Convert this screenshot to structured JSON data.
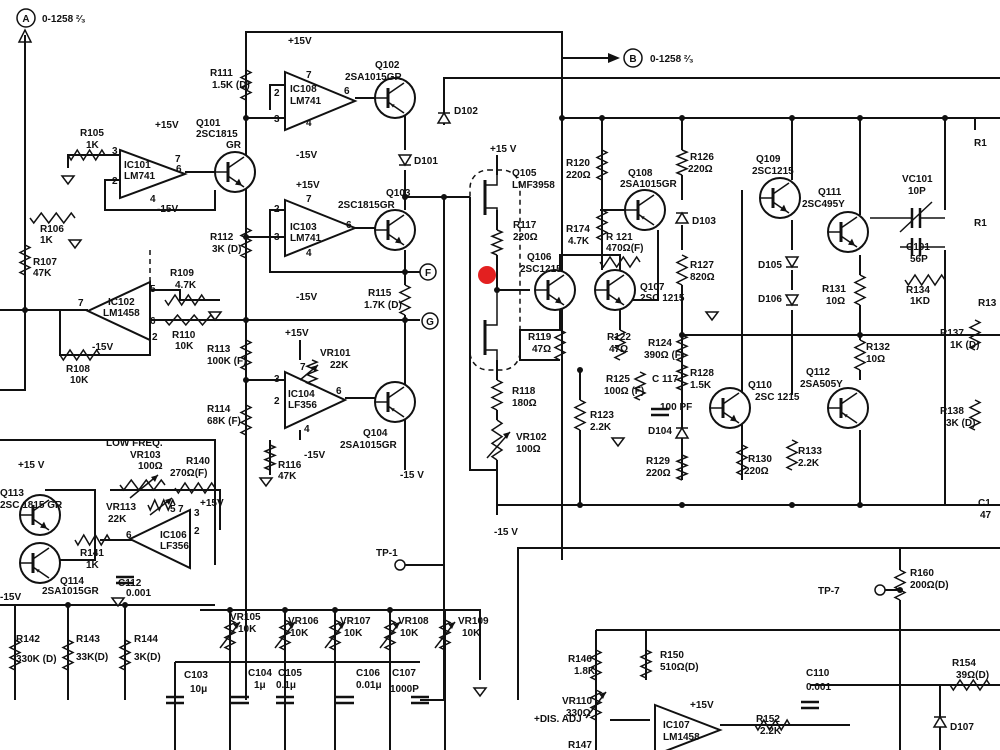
{
  "marker_color": "#e32020",
  "offsheet": [
    {
      "id": "oA",
      "letter": "A",
      "text": "0-1258 ²⁄₃"
    },
    {
      "id": "oB",
      "letter": "B",
      "text": "0-1258 ²⁄₃"
    }
  ],
  "tags": [
    {
      "id": "tF",
      "letter": "F"
    },
    {
      "id": "tG",
      "letter": "G"
    }
  ],
  "testpoints": [
    {
      "id": "tp1",
      "text": "TP-1"
    },
    {
      "id": "tp7",
      "text": "TP-7"
    }
  ],
  "opamps": [
    {
      "id": "ic108",
      "ref": "IC108",
      "part": "LM741"
    },
    {
      "id": "ic101",
      "ref": "IC101",
      "part": "LM741"
    },
    {
      "id": "ic103",
      "ref": "IC103",
      "part": "LM741"
    },
    {
      "id": "ic102",
      "ref": "IC102",
      "part": "LM1458"
    },
    {
      "id": "ic104",
      "ref": "IC104",
      "part": "LF356"
    },
    {
      "id": "ic106",
      "ref": "IC106",
      "part": "LF356"
    },
    {
      "id": "ic107",
      "ref": "IC107",
      "part": "LM1458"
    }
  ],
  "transistors": [
    {
      "id": "q101",
      "ref": "Q101",
      "part": "2SC1815",
      "extra": "GR"
    },
    {
      "id": "q102",
      "ref": "Q102",
      "part": "2SA1015GR"
    },
    {
      "id": "q103",
      "ref": "Q103",
      "part": "2SC1815GR"
    },
    {
      "id": "q104",
      "ref": "Q104",
      "part": "2SA1015GR"
    },
    {
      "id": "q105",
      "ref": "Q105",
      "part": "LMF3958"
    },
    {
      "id": "q106",
      "ref": "Q106",
      "part": "2SC1215"
    },
    {
      "id": "q107",
      "ref": "Q107",
      "part": "2SC 1215"
    },
    {
      "id": "q108",
      "ref": "Q108",
      "part": "2SA1015GR"
    },
    {
      "id": "q109",
      "ref": "Q109",
      "part": "2SC1215"
    },
    {
      "id": "q110",
      "ref": "Q110",
      "part": "2SC 1215"
    },
    {
      "id": "q111",
      "ref": "Q111",
      "part": "2SC495Y"
    },
    {
      "id": "q112",
      "ref": "Q112",
      "part": "2SA505Y"
    },
    {
      "id": "q113",
      "ref": "Q113",
      "part": "2SC 1815 GR"
    },
    {
      "id": "q114",
      "ref": "Q114",
      "part": "2SA1015GR"
    }
  ],
  "resistors": [
    {
      "id": "r105",
      "ref": "R105",
      "val": "1K"
    },
    {
      "id": "r106",
      "ref": "R106",
      "val": "1K"
    },
    {
      "id": "r107",
      "ref": "R107",
      "val": "47K"
    },
    {
      "id": "r108",
      "ref": "R108",
      "val": "10K"
    },
    {
      "id": "r109",
      "ref": "R109",
      "val": "4.7K"
    },
    {
      "id": "r110",
      "ref": "R110",
      "val": "10K"
    },
    {
      "id": "r111",
      "ref": "R111",
      "val": "1.5K (D)"
    },
    {
      "id": "r112",
      "ref": "R112",
      "val": "3K (D)"
    },
    {
      "id": "r113",
      "ref": "R113",
      "val": "100K (F)"
    },
    {
      "id": "r114",
      "ref": "R114",
      "val": "68K (F)"
    },
    {
      "id": "r115",
      "ref": "R115",
      "val": "1.7K (D)"
    },
    {
      "id": "r116",
      "ref": "R116",
      "val": "47K"
    },
    {
      "id": "r117",
      "ref": "R117",
      "val": "220Ω"
    },
    {
      "id": "r118",
      "ref": "R118",
      "val": "180Ω"
    },
    {
      "id": "r119",
      "ref": "R119",
      "val": "47Ω"
    },
    {
      "id": "r120",
      "ref": "R120",
      "val": "220Ω"
    },
    {
      "id": "r121",
      "ref": "R 121",
      "val": "470Ω(F)"
    },
    {
      "id": "r122",
      "ref": "R122",
      "val": "47Ω"
    },
    {
      "id": "r123",
      "ref": "R123",
      "val": "2.2K"
    },
    {
      "id": "r124",
      "ref": "R124",
      "val": "390Ω (F)"
    },
    {
      "id": "r125",
      "ref": "R125",
      "val": "100Ω (F)"
    },
    {
      "id": "r126",
      "ref": "R126",
      "val": "220Ω"
    },
    {
      "id": "r127",
      "ref": "R127",
      "val": "820Ω"
    },
    {
      "id": "r128",
      "ref": "R128",
      "val": "1.5K"
    },
    {
      "id": "r129",
      "ref": "R129",
      "val": "220Ω"
    },
    {
      "id": "r130",
      "ref": "R130",
      "val": "220Ω"
    },
    {
      "id": "r131",
      "ref": "R131",
      "val": "10Ω"
    },
    {
      "id": "r132",
      "ref": "R132",
      "val": "10Ω"
    },
    {
      "id": "r133",
      "ref": "R133",
      "val": "2.2K"
    },
    {
      "id": "r134",
      "ref": "R134",
      "val": "1KD"
    },
    {
      "id": "r137",
      "ref": "R137",
      "val": "1K (D)"
    },
    {
      "id": "r138",
      "ref": "R138",
      "val": "3K (D)"
    },
    {
      "id": "r140",
      "ref": "R140",
      "val": "270Ω(F)"
    },
    {
      "id": "r141",
      "ref": "R141",
      "val": "1K"
    },
    {
      "id": "r142",
      "ref": "R142",
      "val": "330K (D)"
    },
    {
      "id": "r143",
      "ref": "R143",
      "val": "33K(D)"
    },
    {
      "id": "r144",
      "ref": "R144",
      "val": "3K(D)"
    },
    {
      "id": "r146",
      "ref": "R146",
      "val": "1.8K"
    },
    {
      "id": "r147",
      "ref": "R147",
      "val": ""
    },
    {
      "id": "r150",
      "ref": "R150",
      "val": "510Ω(D)"
    },
    {
      "id": "r152",
      "ref": "R152",
      "val": "2.2K"
    },
    {
      "id": "r154",
      "ref": "R154",
      "val": "39Ω(D)"
    },
    {
      "id": "r160",
      "ref": "R160",
      "val": "200Ω(D)"
    },
    {
      "id": "r174",
      "ref": "R174",
      "val": "4.7K"
    }
  ],
  "pots": [
    {
      "id": "vr101",
      "ref": "VR101",
      "val": "22K"
    },
    {
      "id": "vr102",
      "ref": "VR102",
      "val": "100Ω"
    },
    {
      "id": "vr103",
      "ref": "VR103",
      "val": "100Ω"
    },
    {
      "id": "vr105",
      "ref": "VR105",
      "val": "10K"
    },
    {
      "id": "vr106",
      "ref": "VR106",
      "val": "10K"
    },
    {
      "id": "vr107",
      "ref": "VR107",
      "val": "10K"
    },
    {
      "id": "vr108",
      "ref": "VR108",
      "val": "10K"
    },
    {
      "id": "vr109",
      "ref": "VR109",
      "val": "10K"
    },
    {
      "id": "vr110",
      "ref": "VR110",
      "val": "330Ω"
    },
    {
      "id": "vr113",
      "ref": "VR113",
      "val": "22K"
    },
    {
      "id": "vc101",
      "ref": "VC101",
      "val": "10P"
    }
  ],
  "capacitors": [
    {
      "id": "c101",
      "ref": "C101",
      "val": "56P"
    },
    {
      "id": "c103",
      "ref": "C103",
      "val": "10μ"
    },
    {
      "id": "c104",
      "ref": "C104",
      "val": "1μ"
    },
    {
      "id": "c105",
      "ref": "C105",
      "val": "0.1μ"
    },
    {
      "id": "c106",
      "ref": "C106",
      "val": "0.01μ"
    },
    {
      "id": "c107",
      "ref": "C107",
      "val": "1000P"
    },
    {
      "id": "c110",
      "ref": "C110",
      "val": "0.001"
    },
    {
      "id": "c112",
      "ref": "C112",
      "val": "0.001"
    },
    {
      "id": "c117",
      "ref": "C 117",
      "val": "100 PF"
    }
  ],
  "diodes": [
    {
      "id": "d101",
      "ref": "D101"
    },
    {
      "id": "d102",
      "ref": "D102"
    },
    {
      "id": "d103",
      "ref": "D103"
    },
    {
      "id": "d104",
      "ref": "D104"
    },
    {
      "id": "d105",
      "ref": "D105"
    },
    {
      "id": "d106",
      "ref": "D106"
    },
    {
      "id": "d107",
      "ref": "D107"
    }
  ],
  "rails": {
    "pos": "+15V",
    "neg": "-15V",
    "pos_alt": "+15 V",
    "neg_alt": "-15 V"
  },
  "notes": {
    "lowfreq": "LOW FREQ.",
    "disadj": "+DIS. ADJ",
    "r1_partial": "R1",
    "r1_b": "R1",
    "r13_partial": "R13",
    "c1_partial": "C1",
    "ohm47": "47"
  }
}
